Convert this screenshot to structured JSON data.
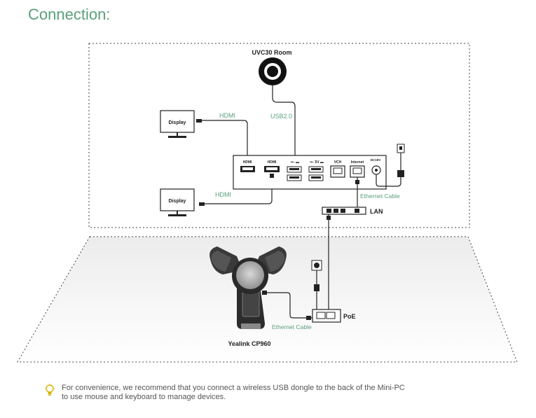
{
  "title": "Connection:",
  "labels": {
    "uvc30": "UVC30 Room",
    "usb": "USB2.0",
    "hdmi_top": "HDMI",
    "hdmi_bottom": "HDMI",
    "display_top": "Display",
    "display_bottom": "Display",
    "port_hdmi1": "HDMI",
    "port_hdmi2": "HDMI",
    "port_usb1": "•⇠ ▬",
    "port_usb2": "•⇠ 5V ▬",
    "port_vch": "VCH",
    "port_internet": "Internet",
    "port_dc": "DC19V",
    "ethernet_top": "Ethernet Cable",
    "lan": "LAN",
    "poe": "PoE",
    "ethernet_bottom": "Ethernet Cable",
    "cp960": "Yealink CP960"
  },
  "note": {
    "line1": "For convenience, we recommend that you connect a wireless USB dongle to the back of the Mini-PC",
    "line2": "to use mouse and keyboard to manage devices."
  },
  "colors": {
    "accent": "#5aa07c",
    "line": "#222222"
  }
}
